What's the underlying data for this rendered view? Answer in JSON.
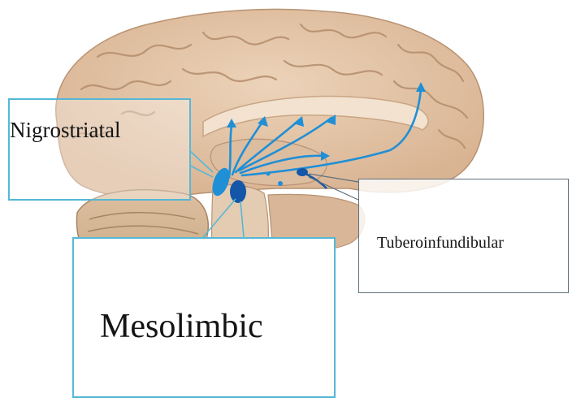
{
  "labels": {
    "nigrostriatal": "Nigrostriatal",
    "tuberoinfundibular": "Tuberoinfundibular",
    "mesolimbic": "Mesolimbic"
  },
  "colors": {
    "pathway": "#1f8fd6",
    "pathway_dark": "#1456a8",
    "box_border": "#55b8d6",
    "brain_tissue": "#e6c9ad",
    "brain_fold": "#c9a584"
  }
}
